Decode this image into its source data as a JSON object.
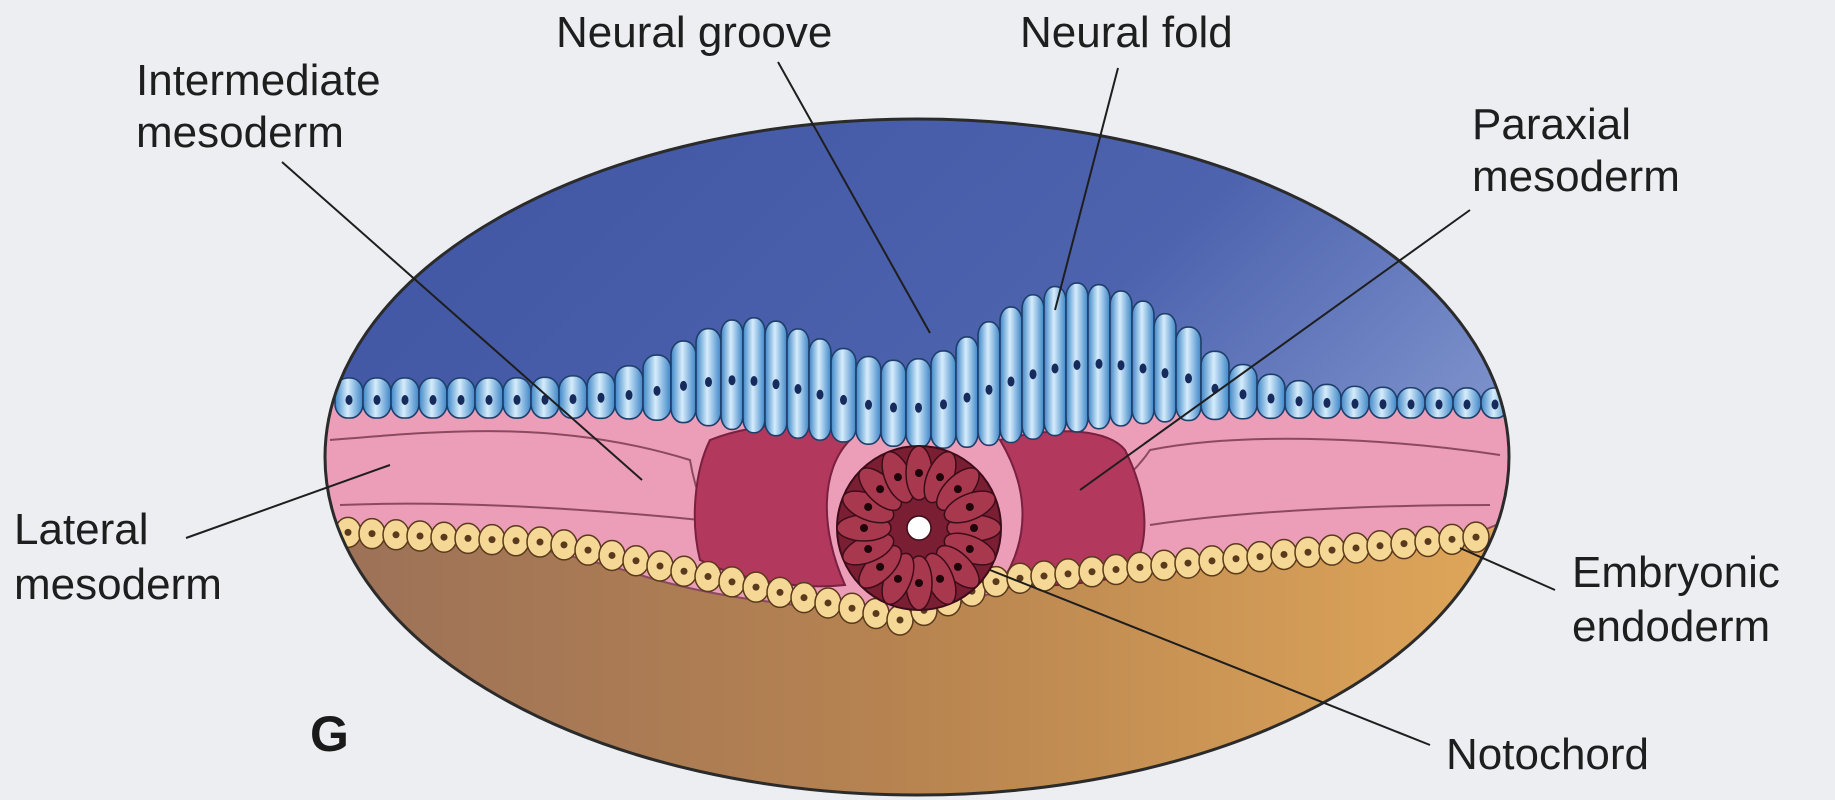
{
  "panel_letter": "G",
  "labels": {
    "neural_groove": "Neural groove",
    "neural_fold": "Neural fold",
    "intermediate_1": "Intermediate",
    "intermediate_2": "mesoderm",
    "paraxial_1": "Paraxial",
    "paraxial_2": "mesoderm",
    "lateral_1": "Lateral",
    "lateral_2": "mesoderm",
    "endoderm_1": "Embryonic",
    "endoderm_2": "endoderm",
    "notochord": "Notochord"
  },
  "colors": {
    "amnion_cavity": "#4a5fa8",
    "ectoderm": "#5f9fd6",
    "mesoderm": "#ec9db8",
    "paraxial": "#b2385e",
    "notochord": "#8a2438",
    "endoderm": "#f3d28c",
    "yolk_sac": "#c0884c"
  }
}
